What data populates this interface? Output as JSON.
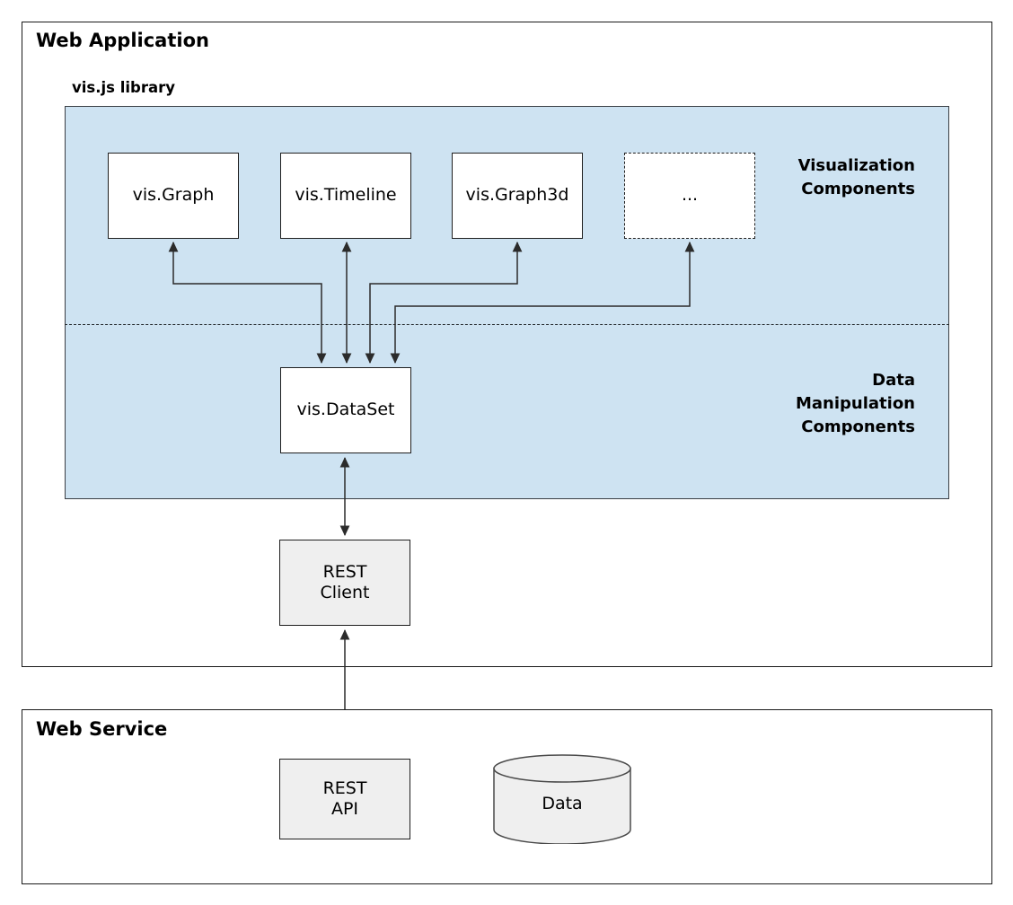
{
  "diagram": {
    "type": "architecture-block-diagram",
    "colors": {
      "library_panel_fill": "#cee3f2",
      "node_fill": "#ffffff",
      "node_grey_fill": "#efefef",
      "stroke": "#1f1f1f",
      "frame_stroke": "#1a1a1a"
    }
  },
  "web_application": {
    "title": "Web Application",
    "library": {
      "title": "vis.js library",
      "visualization_label": "Visualization\nComponents",
      "data_label": "Data\nManipulation\nComponents",
      "visualization_components": [
        {
          "label": "vis.Graph",
          "style": "solid"
        },
        {
          "label": "vis.Timeline",
          "style": "solid"
        },
        {
          "label": "vis.Graph3d",
          "style": "solid"
        },
        {
          "label": "...",
          "style": "dashed"
        }
      ],
      "data_components": [
        {
          "label": "vis.DataSet",
          "style": "solid"
        }
      ]
    },
    "client": {
      "label_line1": "REST",
      "label_line2": "Client"
    }
  },
  "web_service": {
    "title": "Web Service",
    "api": {
      "label_line1": "REST",
      "label_line2": "API"
    },
    "datastore": {
      "label": "Data"
    }
  },
  "connections": [
    {
      "from": "vis.Graph",
      "to": "vis.DataSet",
      "arrow": "both"
    },
    {
      "from": "vis.Timeline",
      "to": "vis.DataSet",
      "arrow": "both"
    },
    {
      "from": "vis.Graph3d",
      "to": "vis.DataSet",
      "arrow": "both"
    },
    {
      "from": "...",
      "to": "vis.DataSet",
      "arrow": "both"
    },
    {
      "from": "vis.DataSet",
      "to": "REST Client",
      "arrow": "both"
    },
    {
      "from": "REST Client",
      "to": "REST API",
      "arrow": "both"
    },
    {
      "from": "REST API",
      "to": "Data",
      "arrow": "both"
    }
  ]
}
